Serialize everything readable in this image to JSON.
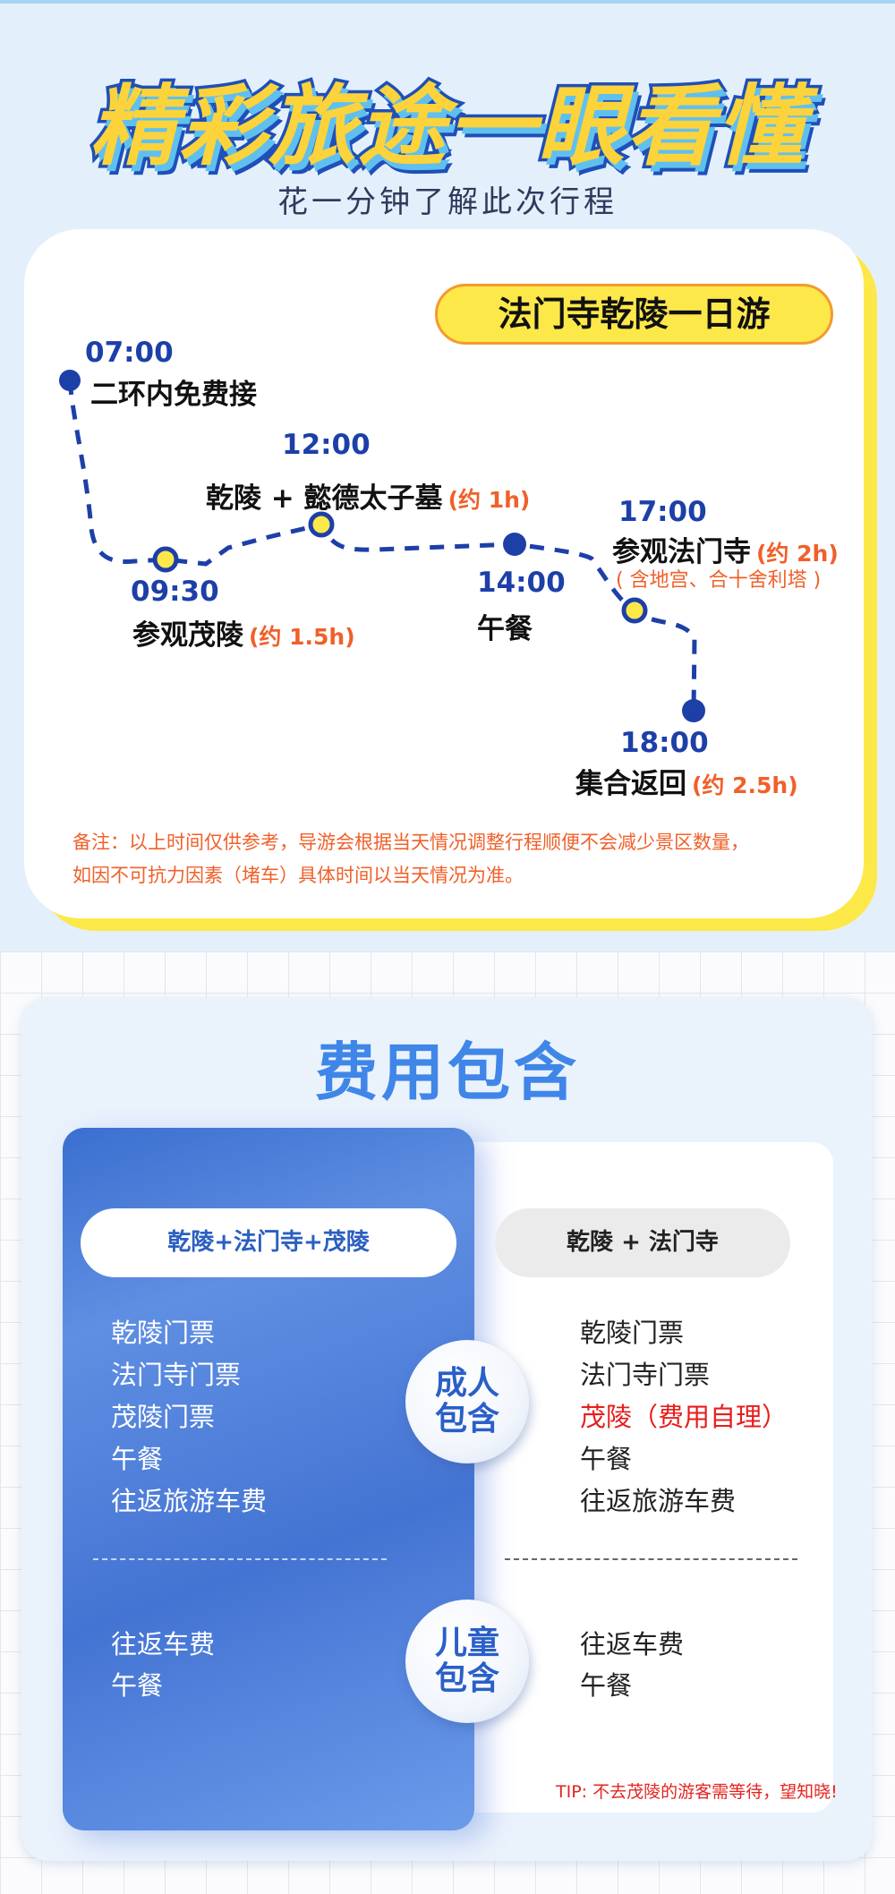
{
  "header": {
    "title": "精彩旅途一眼看懂",
    "subtitle": "花一分钟了解此次行程"
  },
  "tour": {
    "name": "法门寺乾陵一日游"
  },
  "route": [
    {
      "time": "07:00",
      "place": "二环内免费接",
      "duration": "",
      "detail": "",
      "dot": "blue"
    },
    {
      "time": "09:30",
      "place": "参观茂陵",
      "duration": "(约 1.5h)",
      "detail": "",
      "dot": "yellow"
    },
    {
      "time": "12:00",
      "place": "乾陵 + 懿德太子墓",
      "duration": "(约 1h)",
      "detail": "",
      "dot": "yellow"
    },
    {
      "time": "14:00",
      "place": "午餐",
      "duration": "",
      "detail": "",
      "dot": "blue"
    },
    {
      "time": "17:00",
      "place": "参观法门寺",
      "duration": "(约 2h)",
      "detail": "( 含地宫、合十舍利塔 )",
      "dot": "yellow"
    },
    {
      "time": "18:00",
      "place": "集合返回",
      "duration": "(约 2.5h)",
      "detail": "",
      "dot": "blue"
    }
  ],
  "note": {
    "line1": "备注：以上时间仅供参考，导游会根据当天情况调整行程顺便不会减少景区数量，",
    "line2": "如因不可抗力因素（堵车）具体时间以当天情况为准。"
  },
  "fees": {
    "title": "费用包含",
    "packages": [
      {
        "name": "乾陵+法门寺+茂陵",
        "adult": [
          "乾陵门票",
          "法门寺门票",
          "茂陵门票",
          "午餐",
          "往返旅游车费"
        ],
        "child": [
          "往返车费",
          "午餐"
        ]
      },
      {
        "name": "乾陵 + 法门寺",
        "adult": [
          "乾陵门票",
          "法门寺门票",
          "茂陵（费用自理）",
          "午餐",
          "往返旅游车费"
        ],
        "child": [
          "往返车费",
          "午餐"
        ]
      }
    ],
    "adult_label": [
      "成人",
      "包含"
    ],
    "child_label": [
      "儿童",
      "包含"
    ],
    "tip": "TIP: 不去茂陵的游客需等待，望知晓!"
  },
  "colors": {
    "blue": "#1d3fa8",
    "yellow": "#fde84a",
    "orange": "#f0602a",
    "accent": "#3f86e8",
    "red": "#e81c1c"
  }
}
